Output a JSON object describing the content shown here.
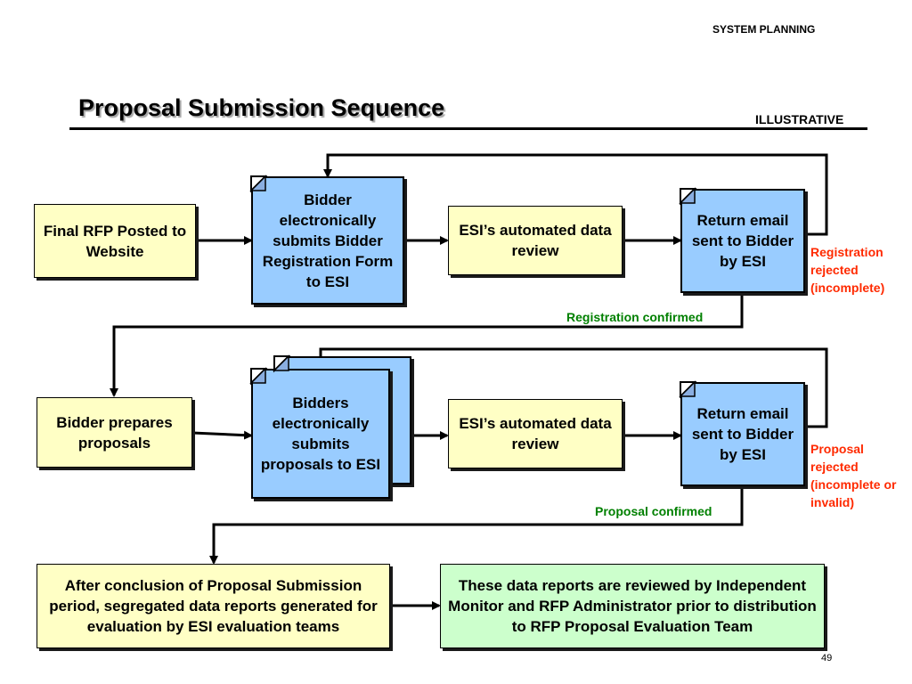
{
  "header": {
    "section": "SYSTEM PLANNING",
    "illustrative": "ILLUSTRATIVE"
  },
  "title": "Proposal Submission Sequence",
  "row1": {
    "start": "Final RFP Posted to Website",
    "submit": "Bidder electronically submits Bidder Registration Form to ESI",
    "review": "ESI’s automated data review",
    "email": "Return email sent to Bidder by ESI",
    "rejected": "Registration rejected (incomplete)",
    "confirmed": "Registration confirmed"
  },
  "row2": {
    "start": "Bidder prepares proposals",
    "submit": "Bidders electronically submits proposals to ESI",
    "review": "ESI’s automated data review",
    "email": "Return email sent to Bidder by ESI",
    "rejected": "Proposal rejected (incomplete or invalid)",
    "confirmed": "Proposal confirmed"
  },
  "row3": {
    "reports": "After conclusion of Proposal Submission period, segregated data reports generated for evaluation by ESI evaluation teams",
    "reviewed": "These data reports are reviewed by Independent Monitor and RFP Administrator prior to distribution to RFP Proposal Evaluation Team"
  },
  "footer": {
    "page_number": "49"
  }
}
